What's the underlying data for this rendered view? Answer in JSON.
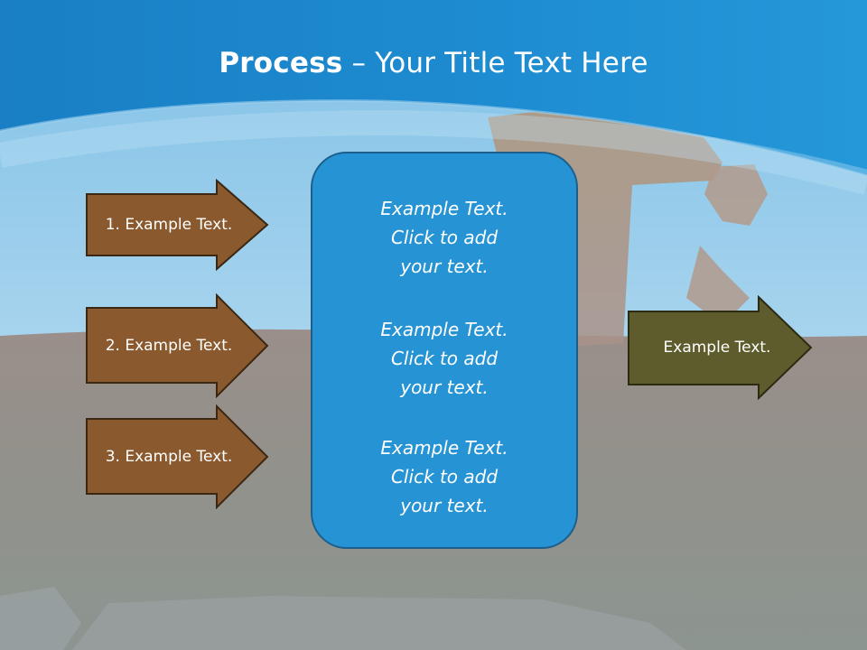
{
  "title": {
    "bold": "Process",
    "rest": " – Your Title Text Here"
  },
  "left_arrows": [
    {
      "label": "1. Example Text."
    },
    {
      "label": "2. Example Text."
    },
    {
      "label": "3. Example Text."
    }
  ],
  "center_box": {
    "paragraphs": [
      {
        "line1": "Example Text.",
        "line2": "Click  to add",
        "line3": "your text."
      },
      {
        "line1": "Example Text.",
        "line2": "Click  to add",
        "line3": "your text."
      },
      {
        "line1": "Example Text.",
        "line2": "Click  to add",
        "line3": "your text."
      }
    ]
  },
  "right_arrow": {
    "label": "Example Text."
  },
  "colors": {
    "header_blue": "#1f8cd2",
    "arrow_brown": "#8a5a2e",
    "arrow_olive": "#5e5c2c",
    "box_blue": "#2593d4"
  }
}
